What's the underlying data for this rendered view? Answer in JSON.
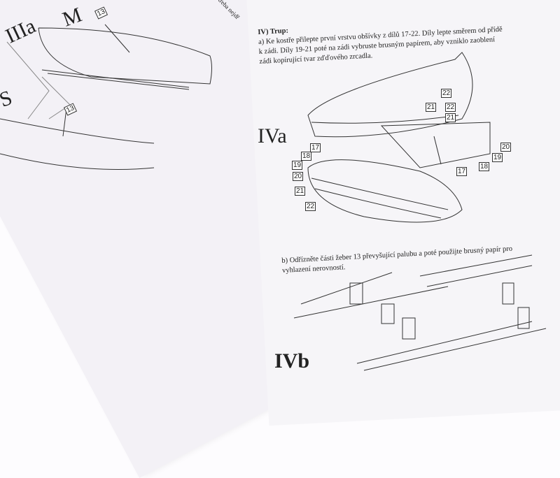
{
  "left_page": {
    "figure_labels": [
      "IIIa",
      "M",
      "S"
    ],
    "part_labels": [
      "13",
      "13"
    ],
    "corner_text": "potřeba nejdř"
  },
  "right_page": {
    "heading": "IV) Trup:",
    "paragraph_a": "a) Ke kostře přilepte první vrstvu obšívky z dílů 17-22. Díly lepte směrem od přídě k zádi. Díly 19-21 poté na zádi vybruste brusným papírem, aby vzniklo zaoblení zádi kopírující tvar zďďového zrcadla.",
    "figure_a_label": "IVa",
    "figure_a_parts_right": [
      "22",
      "21",
      "22",
      "21",
      "20",
      "19",
      "18",
      "17"
    ],
    "figure_a_parts_left": [
      "17",
      "18",
      "19",
      "20",
      "21",
      "22"
    ],
    "paragraph_b": "b) Odřízněte části žeber 13 převyšující palubu a poté použijte brusný papír pro vyhlazení nerovností.",
    "figure_b_label": "IVb"
  }
}
